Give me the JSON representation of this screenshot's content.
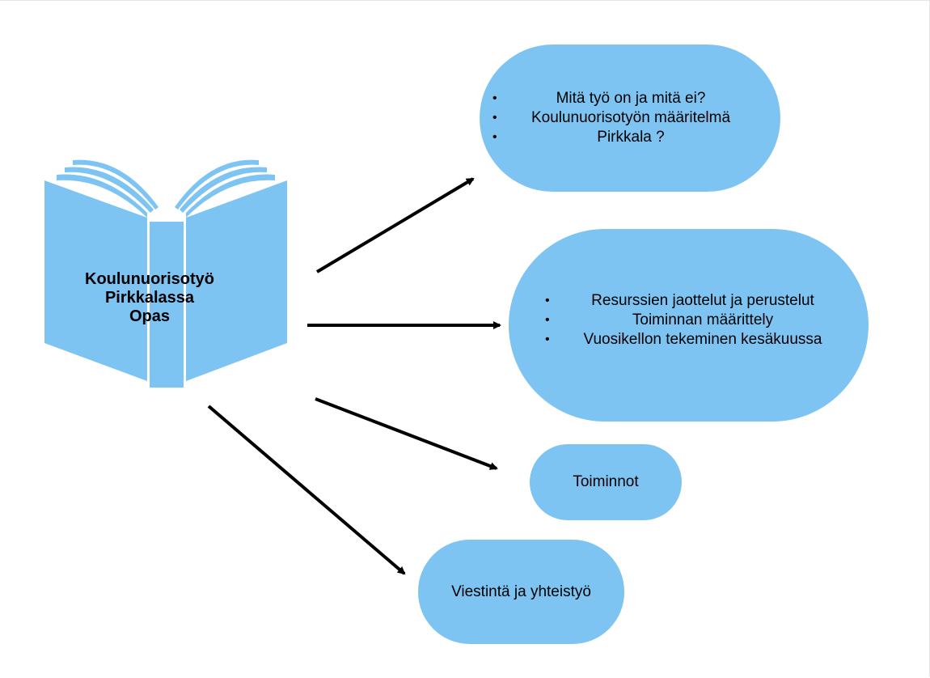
{
  "book": {
    "title_lines": [
      "Koulunuorisotyö",
      "Pirkkalassa",
      "Opas"
    ],
    "color": "#7ec4f3"
  },
  "bubbles": [
    {
      "items": [
        "Mitä työ on ja mitä ei?",
        "Koulunuorisotyön määritelmä",
        "Pirkkala ?"
      ]
    },
    {
      "items": [
        "Resurssien jaottelut ja perustelut",
        "Toiminnan määrittely",
        "Vuosikellon tekeminen kesäkuussa"
      ]
    },
    {
      "text": "Toiminnot"
    },
    {
      "text": "Viestintä ja yhteistyö"
    }
  ],
  "bullet": "•",
  "colors": {
    "bubble_fill": "#7ec4f3",
    "arrow": "#000000"
  }
}
